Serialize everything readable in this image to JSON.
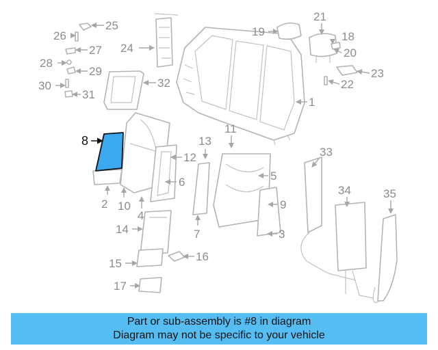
{
  "highlight": {
    "part_number": "8",
    "color": "#3aa9f0"
  },
  "callouts": [
    "1",
    "2",
    "3",
    "4",
    "5",
    "6",
    "7",
    "8",
    "9",
    "10",
    "11",
    "12",
    "13",
    "14",
    "15",
    "16",
    "17",
    "18",
    "19",
    "20",
    "21",
    "22",
    "23",
    "24",
    "25",
    "26",
    "27",
    "28",
    "29",
    "30",
    "31",
    "32",
    "33",
    "34",
    "35"
  ],
  "banner": {
    "line1": "Part or sub-assembly is #8 in diagram",
    "line2": "Diagram may not be specific to your vehicle",
    "background": "#56bdf2"
  },
  "colors": {
    "outline": "#b3b3b3",
    "label": "#8c8c8c",
    "highlight_fill": "#3aa9f0",
    "highlight_outline": "#111111"
  }
}
